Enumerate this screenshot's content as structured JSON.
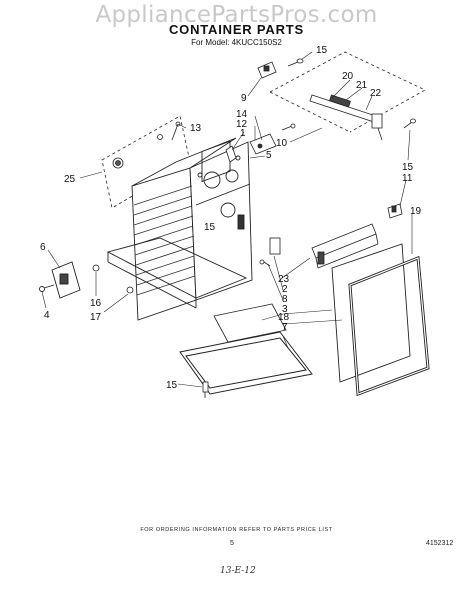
{
  "watermark": "AppliancePartsPros.com",
  "title": "CONTAINER PARTS",
  "model_line": "For Model: 4KUCC150S2",
  "callouts": {
    "c1": "1",
    "c2": "2",
    "c3": "3",
    "c4": "4",
    "c5": "5",
    "c6": "6",
    "c7": "7",
    "c8": "8",
    "c9": "9",
    "c10": "10",
    "c11": "11",
    "c12": "12",
    "c13": "13",
    "c14": "14",
    "c15a": "15",
    "c15b": "15",
    "c15c": "15",
    "c15d": "15",
    "c16": "16",
    "c17": "17",
    "c18": "18",
    "c19": "19",
    "c20": "20",
    "c21": "21",
    "c22": "22",
    "c23": "23",
    "c25": "25"
  },
  "footer_note": "FOR ORDERING INFORMATION REFER TO PARTS PRICE LIST",
  "page_number": "5",
  "doc_number": "4152312",
  "handwritten_note": "13-E-12"
}
